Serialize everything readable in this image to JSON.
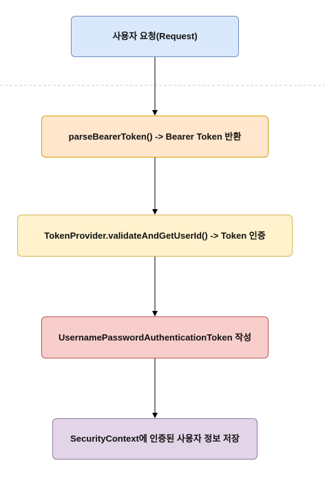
{
  "steps": [
    {
      "id": "request",
      "label": "사용자 요청(Request)",
      "fill": "#dae8fc",
      "stroke": "#6c8ebf"
    },
    {
      "id": "parse",
      "label": "parseBearerToken() -> Bearer Token 반환",
      "fill": "#ffe6cc",
      "stroke": "#d79b00"
    },
    {
      "id": "validate",
      "label": "TokenProvider.validateAndGetUserId() -> Token 인증",
      "fill": "#fff2cc",
      "stroke": "#d6b656"
    },
    {
      "id": "auth",
      "label": "UsernamePasswordAuthenticationToken 작성",
      "fill": "#f8cecc",
      "stroke": "#b85450"
    },
    {
      "id": "context",
      "label": "SecurityContext에 인증된 사용자 정보 저장",
      "fill": "#e1d5e7",
      "stroke": "#9673a6"
    }
  ]
}
